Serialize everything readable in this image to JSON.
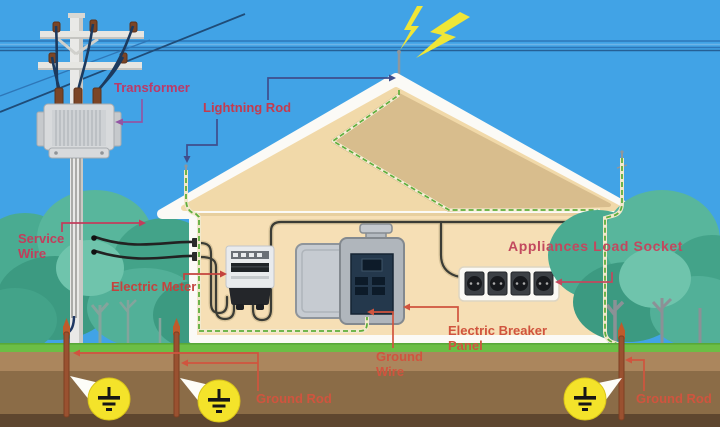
{
  "diagram": {
    "title": "Home electrical power distribution and grounding diagram",
    "labels": {
      "transformer": {
        "text": "Transformer",
        "color": "#bb3a68"
      },
      "lightning_rod": {
        "text": "Lightning Rod",
        "color": "#c43b4e"
      },
      "service_wire": {
        "text": "Service Wire",
        "color": "#c23e5c"
      },
      "electric_meter": {
        "text": "Electric Meter",
        "color": "#c4433e"
      },
      "ground_wire": {
        "text": "Ground Wire",
        "color": "#d0543e"
      },
      "electric_breaker_panel": {
        "text": "Electric Breaker Panel",
        "color": "#d0543e"
      },
      "appliances_load_socket": {
        "text": "Appliances Load Socket",
        "color": "#c2485e"
      },
      "ground_rod_left": {
        "text": "Ground Rod",
        "color": "#d0543e"
      },
      "ground_rod_right": {
        "text": "Ground Rod",
        "color": "#d0543e"
      }
    },
    "icons": {
      "lightning_bolts": 2,
      "earth_ground_symbols": 3
    },
    "colors": {
      "sky": "#41a3e6",
      "grass": "#6cbe45",
      "soil_light": "#ab865d",
      "soil_mid": "#8b6c47",
      "soil_dark": "#5e462f",
      "roof": "#f1d9a9",
      "roof_shade": "#d8bd8d",
      "wall": "#f6dfb5",
      "house_trim": "#fbfaf6",
      "ground_wire_green": "#5fae3c",
      "lightning_yellow": "#efe637",
      "earth_symbol_yellow": "#f4e32a",
      "tree_green": "#4aab91",
      "pointer_blue": "#3f4e8c",
      "pointer_purple": "#9256a4",
      "pointer_red": "#d0543e"
    }
  }
}
